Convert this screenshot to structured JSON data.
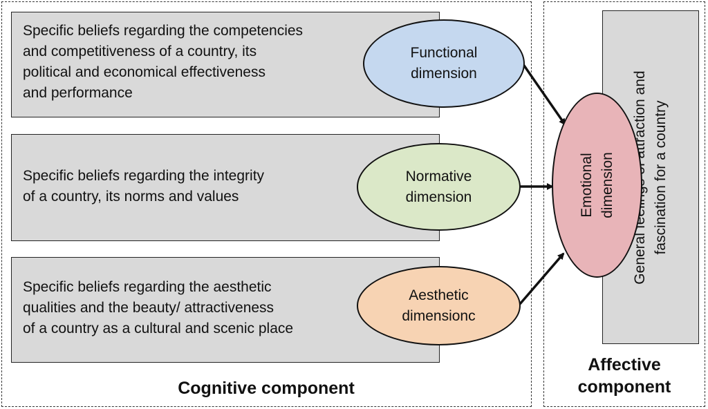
{
  "cognitive": {
    "label": "Cognitive component",
    "beliefs": [
      {
        "text": "Specific beliefs regarding the competencies\nand competitiveness of a country, its\npolitical and economical effectiveness\nand performance",
        "dimension": "Functional\ndimension",
        "color": "#c5d8ef"
      },
      {
        "text": "Specific beliefs regarding the integrity\nof a country, its norms and values",
        "dimension": "Normative\ndimension",
        "color": "#dbe8c8"
      },
      {
        "text": "Specific beliefs regarding the aesthetic\nqualities and the beauty/ attractiveness\nof a country as a cultural and scenic place",
        "dimension": "Aesthetic\ndimensionc",
        "color": "#f7d3b3"
      }
    ]
  },
  "affective": {
    "label": "Affective\ncomponent",
    "emotional": {
      "text": "Emotional\ndimension",
      "color": "#e8b4b8"
    },
    "feelings": "General feelings of attraction and\nfascination for a country"
  }
}
